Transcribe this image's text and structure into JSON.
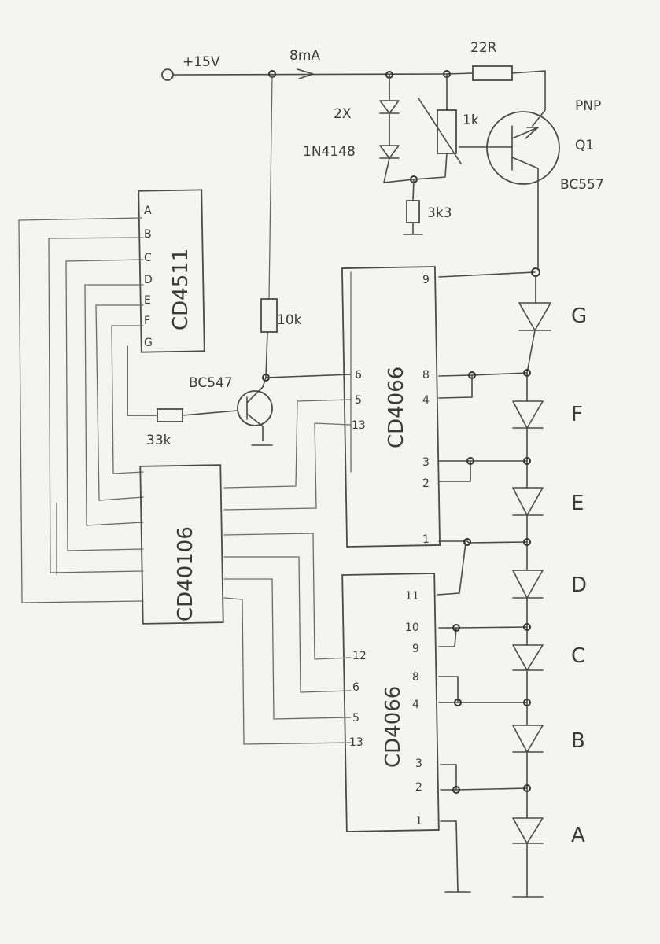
{
  "supply": {
    "voltage": "+15V",
    "current": "8mA"
  },
  "components": {
    "r22": "22R",
    "diodes_qty": "2X",
    "diodes_type": "1N4148",
    "pot": "1k",
    "r3k3": "3k3",
    "q1_type": "PNP",
    "q1_name": "Q1",
    "q1_part": "BC557",
    "r10k": "10k",
    "q2_part": "BC547",
    "r33k": "33k"
  },
  "chips": {
    "decoder": "CD4511",
    "hex_inverter": "CD40106",
    "switch_upper": "CD4066",
    "switch_lower": "CD4066"
  },
  "decoder_pins": [
    "A",
    "B",
    "C",
    "D",
    "E",
    "F",
    "G"
  ],
  "upper_pins": [
    "9",
    "6",
    "5",
    "13",
    "8",
    "4",
    "3",
    "2",
    "1"
  ],
  "lower_pins": [
    "11",
    "10",
    "9",
    "12",
    "8",
    "6",
    "4",
    "5",
    "13",
    "3",
    "2",
    "1"
  ],
  "led_labels": [
    "G",
    "F",
    "E",
    "D",
    "C",
    "B",
    "A"
  ]
}
